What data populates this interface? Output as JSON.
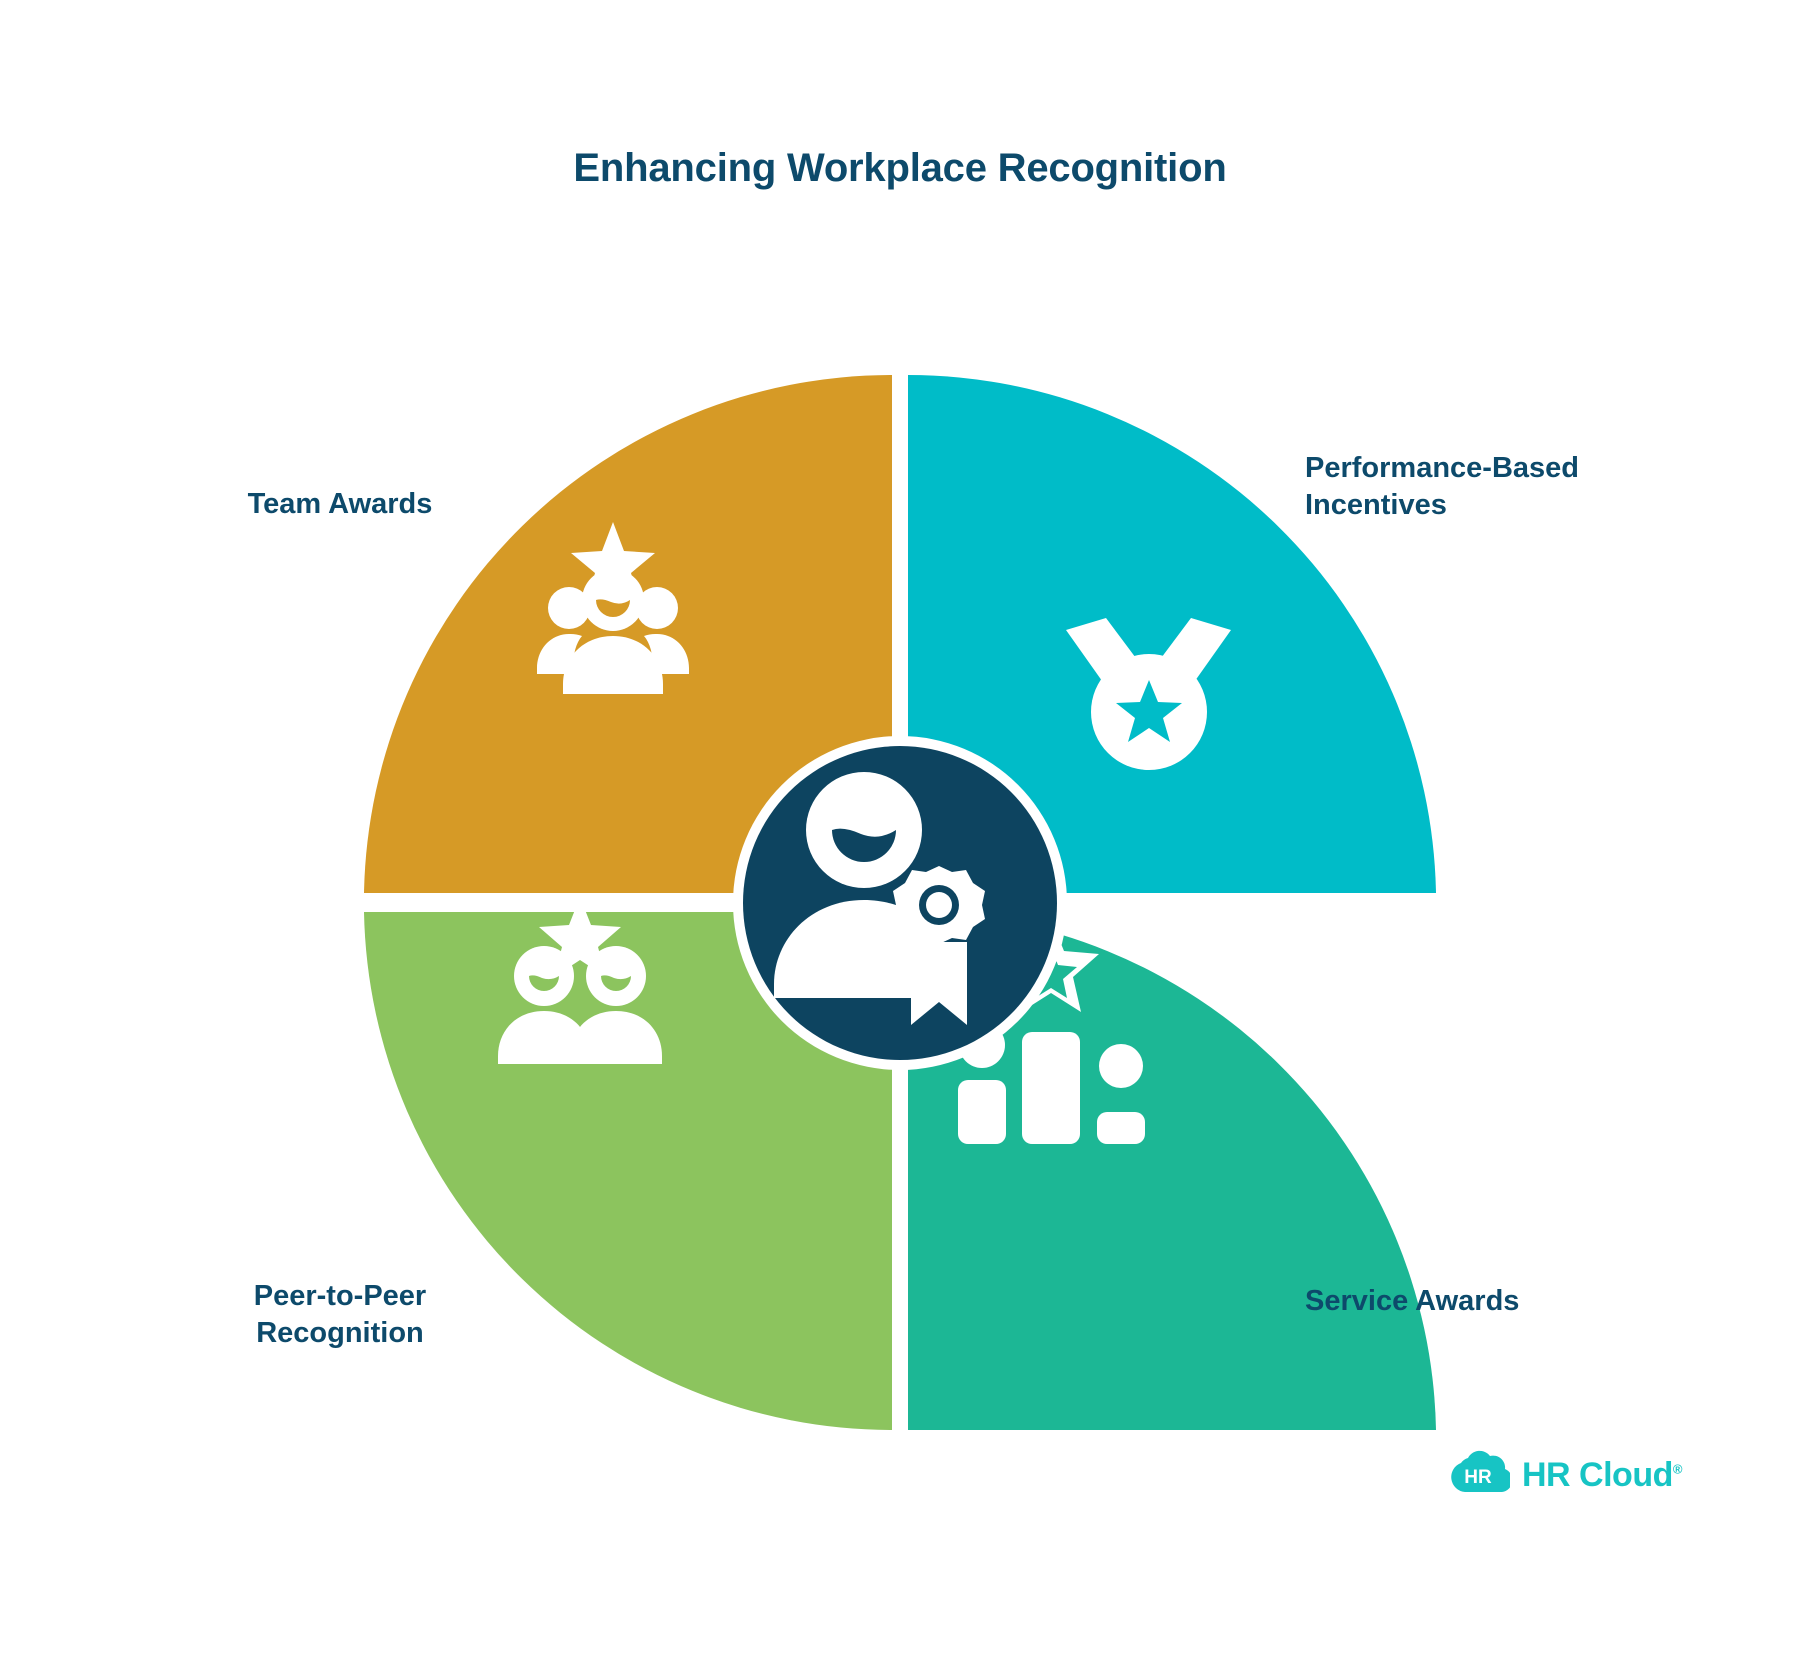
{
  "page": {
    "background_color": "#ffffff",
    "title": "Enhancing Workplace Recognition",
    "title_color": "#0d4a6b"
  },
  "diagram": {
    "type": "four-quadrant-circle",
    "center_icon_name": "employee-award-icon",
    "center_circle_color": "#0d4460",
    "center_ring_color": "#ffffff",
    "quadrants": [
      {
        "id": "team-awards",
        "position": "top-left",
        "label": "Team Awards",
        "color": "#d69a26",
        "icon_name": "team-star-group-icon"
      },
      {
        "id": "performance-based-incentives",
        "position": "top-right",
        "label_line1": "Performance-Based",
        "label_line2": "Incentives",
        "color": "#00bcc8",
        "icon_name": "medal-star-icon"
      },
      {
        "id": "peer-to-peer-recognition",
        "position": "bottom-left",
        "label_line1": "Peer-to-Peer",
        "label_line2": "Recognition",
        "color": "#8cc45e",
        "icon_name": "two-people-star-icon"
      },
      {
        "id": "service-awards",
        "position": "bottom-right",
        "label": "Service Awards",
        "color": "#1cb795",
        "icon_name": "podium-star-icon"
      }
    ]
  },
  "brand": {
    "mark_text": "HR",
    "mark_icon_name": "hr-cloud-logo-icon",
    "wordmark": "HR Cloud",
    "registered_mark": "®",
    "color": "#17c4c4"
  }
}
